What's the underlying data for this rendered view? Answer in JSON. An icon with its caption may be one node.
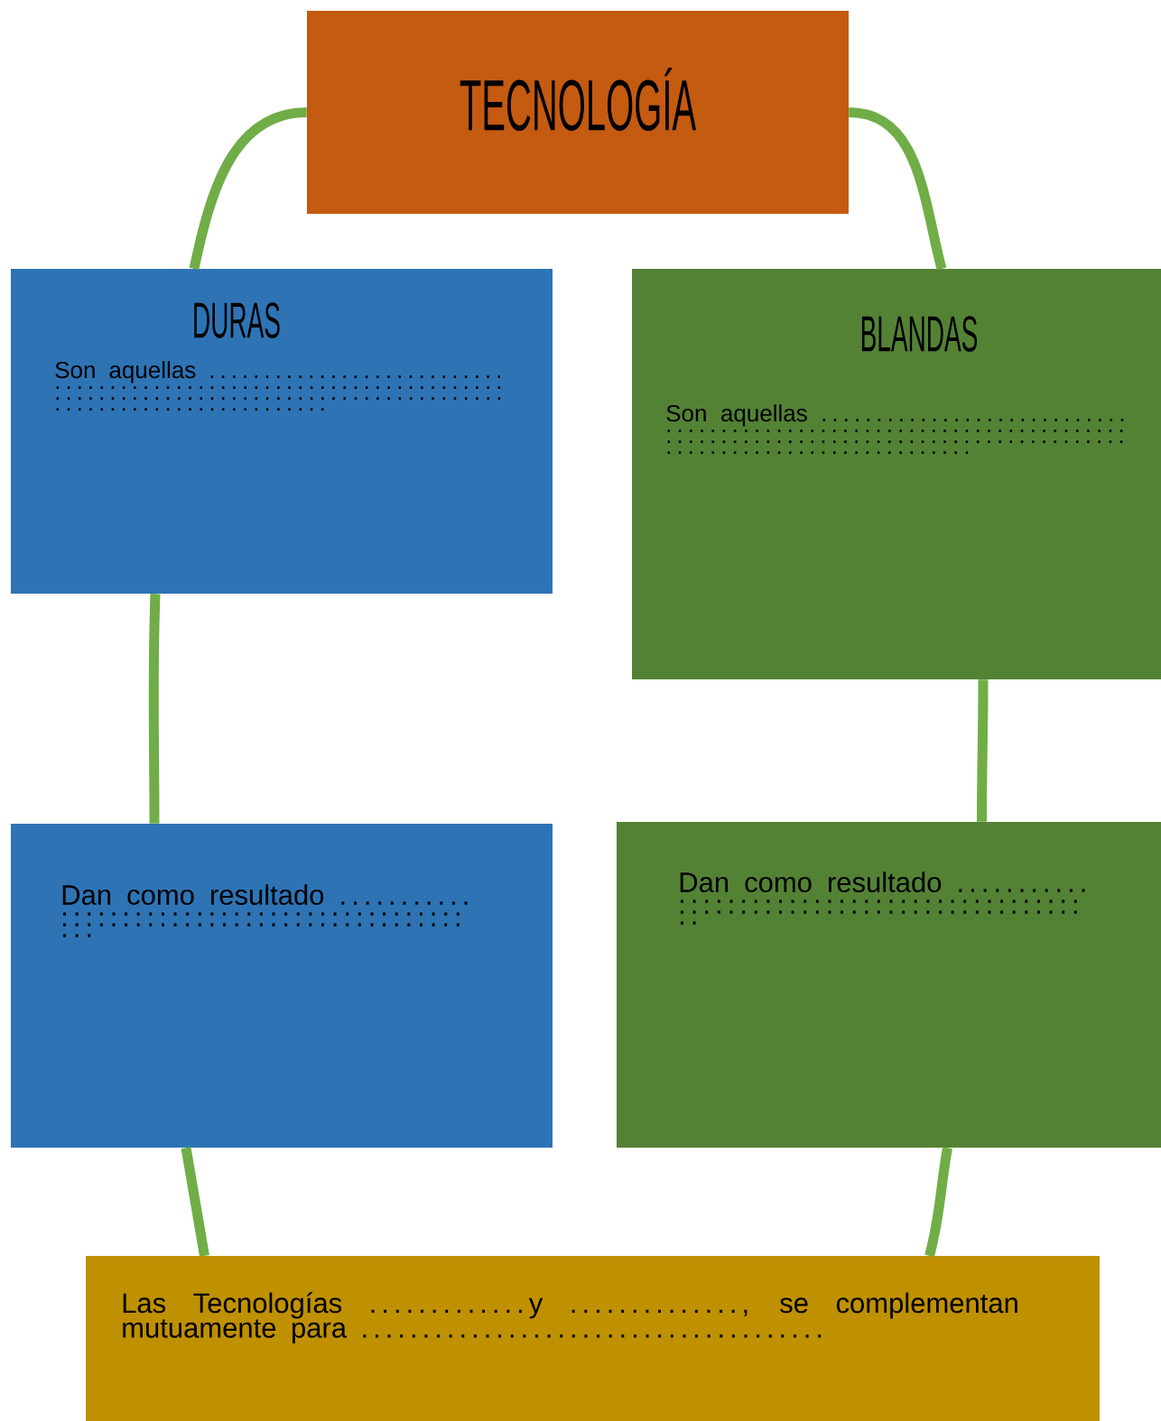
{
  "diagram": {
    "nodes": [
      {
        "text": [
          "TECNOLOGÍA"
        ]
      },
      {
        "text": [
          "DURAS",
          "Son aquellas . . . . . . . . . . . . . . . . . . . . . . . . . . . . . . . . . . . . . . . . . . . . . . . . . . . . . . . . . . . . . . . . . . . . . . . . . . . . . . . . . . . . . . . . . . . . . . . . . . . . . . . . . . . . . . . . . . . . . . . . . . . . . . . . . . . . . ."
        ]
      },
      {
        "text": [
          "BLANDAS",
          "Son aquellas . . . . . . . . . . . . . . . . . . . . . . . . . . . . . . . . . . . . . . . . . . . . . . . . . . . . . . . . . . . . . . . . . . . . . . . . . . . . . . . . . . . . . . . . . . . . . . . . . . . . . . . . . . . . . . . . . . . . . . . . . . . . . . . . . . . . . . . . . . . ."
        ]
      },
      {
        "text": [
          "Dan como resultado . . . . . . . . . . . . . . . . . . . . . . . . . . . . . . . . . . . . . . . . . . . . . . . . . . . . . . . . . . . . . . . . . . . . . . . . . . . . . . . ."
        ]
      },
      {
        "text": [
          "Dan como resultado . . . . . . . . . . . . . . . . . . . . . . . . . . . . . . . . . . . . . . . . . . . . . . . . . . . . . . . . . . . . . . . . . . . . . . . . . . . . . . ."
        ]
      },
      {
        "text": [
          "Las Tecnologías . . . . . . . . . . . . . y . . . . . . . . . . . . . . , se complementan mutuamente para . . . . . . . . . . . . . . . . . . . . . . . . . . . . . . . . . . . . . ."
        ]
      }
    ],
    "edges": [
      {
        "from": 0,
        "to": 1,
        "arrow": "none"
      },
      {
        "from": 0,
        "to": 2,
        "arrow": "none"
      },
      {
        "from": 1,
        "to": 3,
        "arrow": "none"
      },
      {
        "from": 2,
        "to": 4,
        "arrow": "none"
      },
      {
        "from": 3,
        "to": 5,
        "arrow": "none"
      },
      {
        "from": 4,
        "to": 5,
        "arrow": "none"
      }
    ]
  }
}
